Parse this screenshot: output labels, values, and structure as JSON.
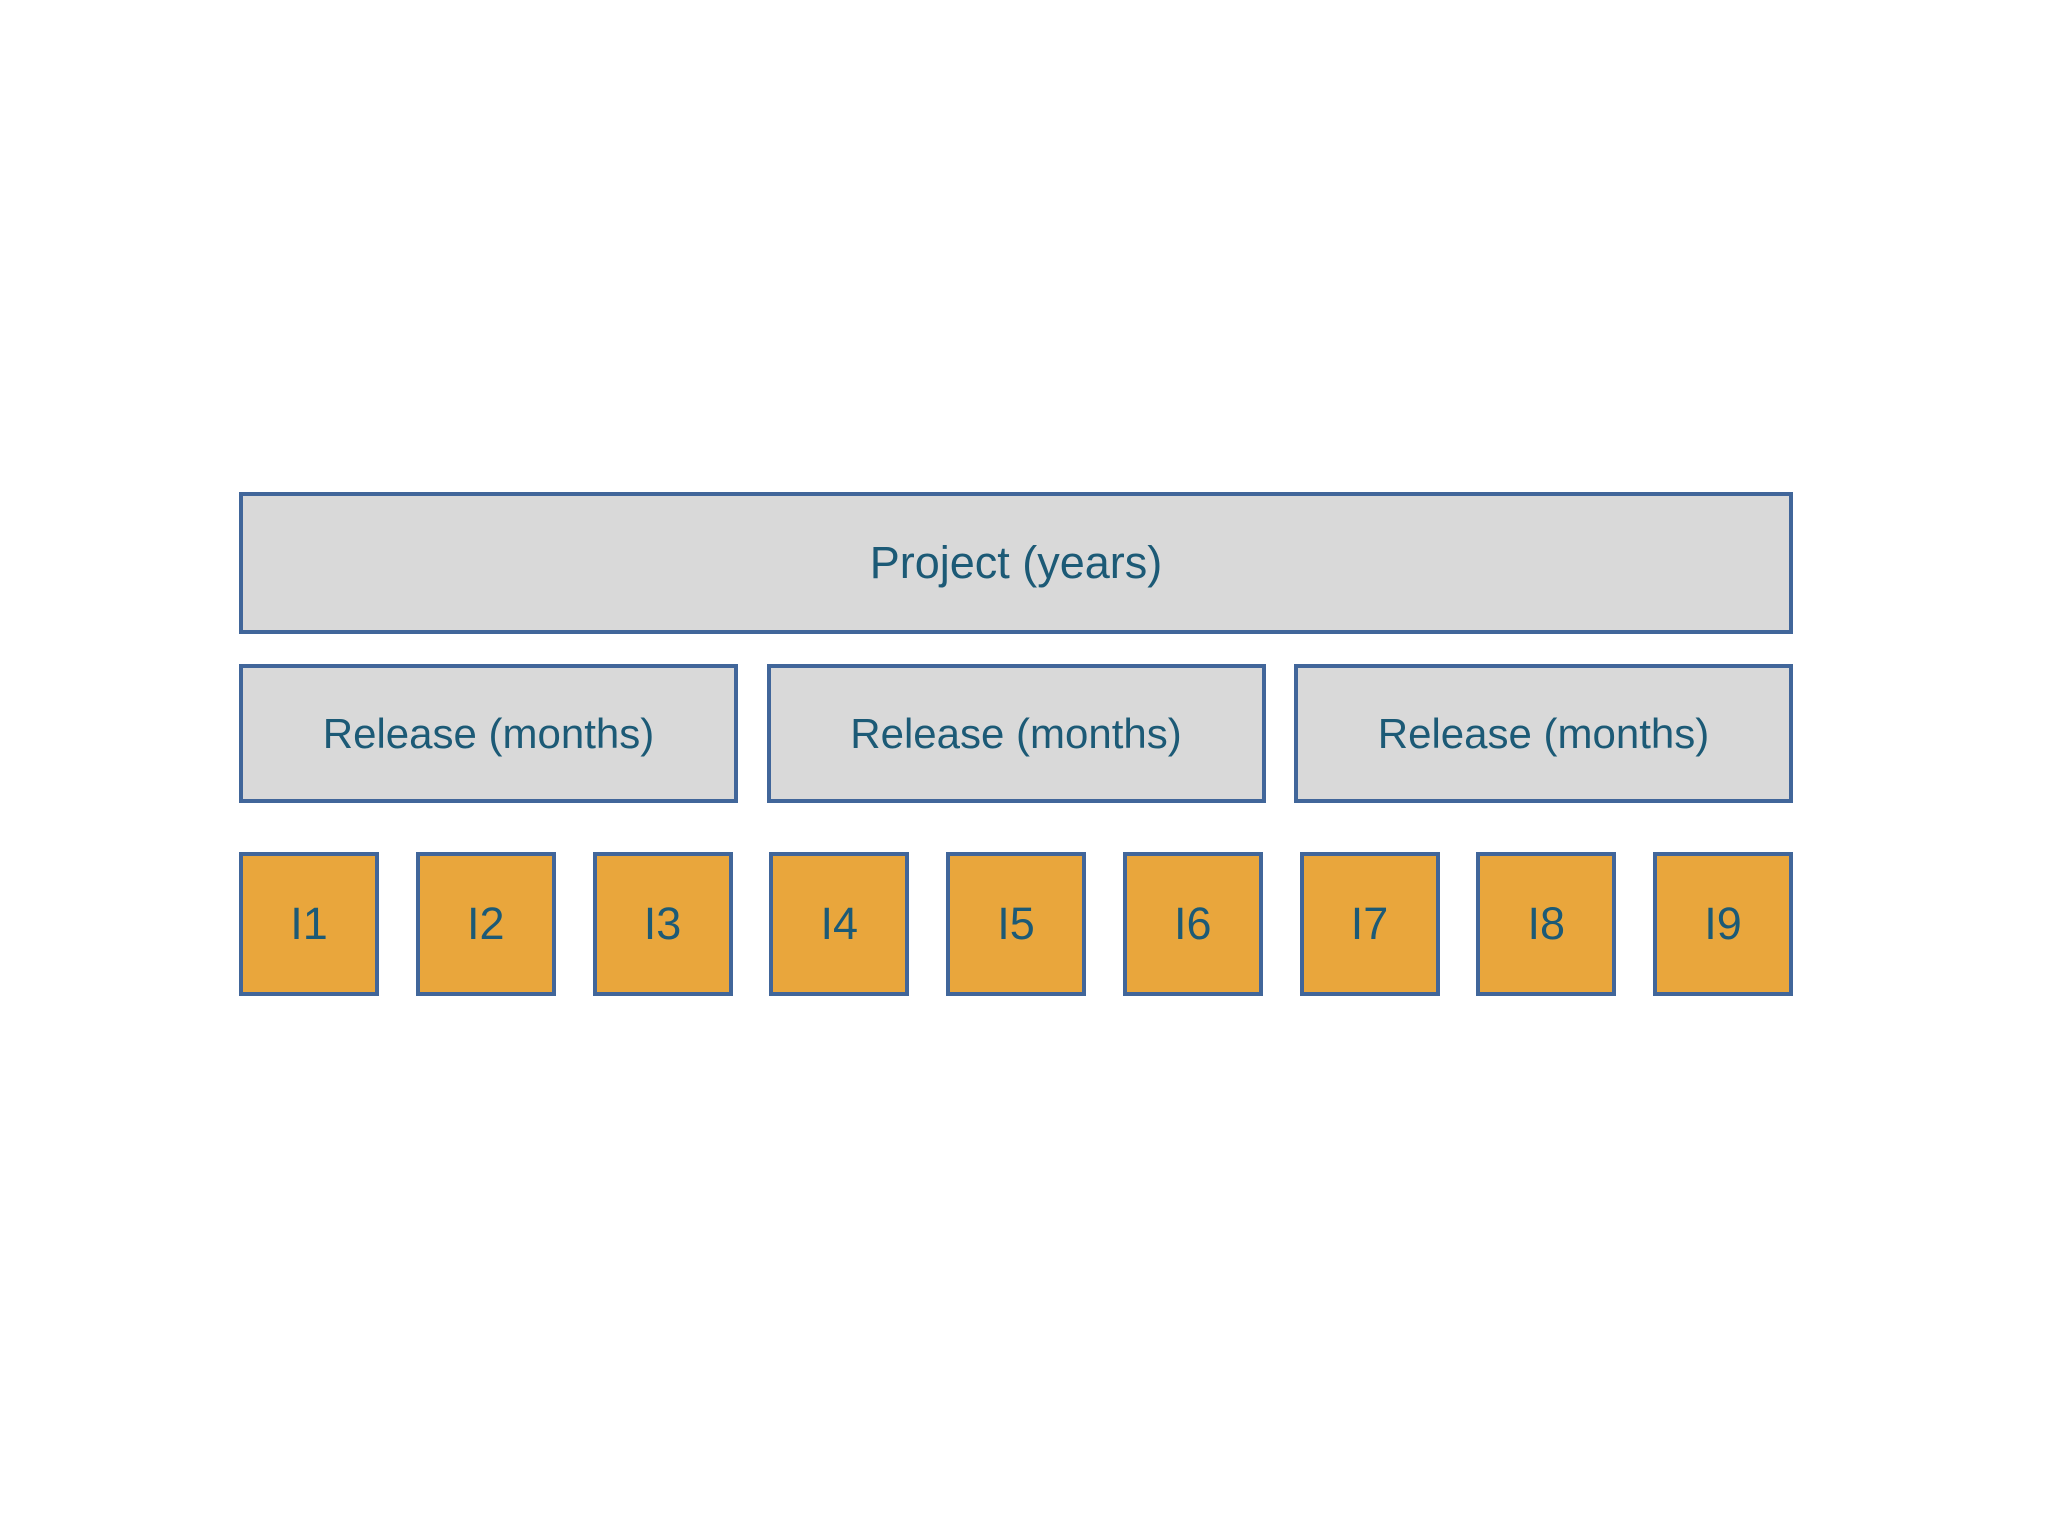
{
  "diagram": {
    "project": {
      "label": "Project (years)"
    },
    "releases": [
      {
        "label": "Release (months)"
      },
      {
        "label": "Release (months)"
      },
      {
        "label": "Release (months)"
      }
    ],
    "iterations": [
      {
        "label": "I1"
      },
      {
        "label": "I2"
      },
      {
        "label": "I3"
      },
      {
        "label": "I4"
      },
      {
        "label": "I5"
      },
      {
        "label": "I6"
      },
      {
        "label": "I7"
      },
      {
        "label": "I8"
      },
      {
        "label": "I9"
      }
    ],
    "colors": {
      "background": "#ffffff",
      "bar_fill": "#d9d9d9",
      "iteration_fill": "#e9a63c",
      "border": "#41669a",
      "text": "#1c5a76"
    }
  }
}
